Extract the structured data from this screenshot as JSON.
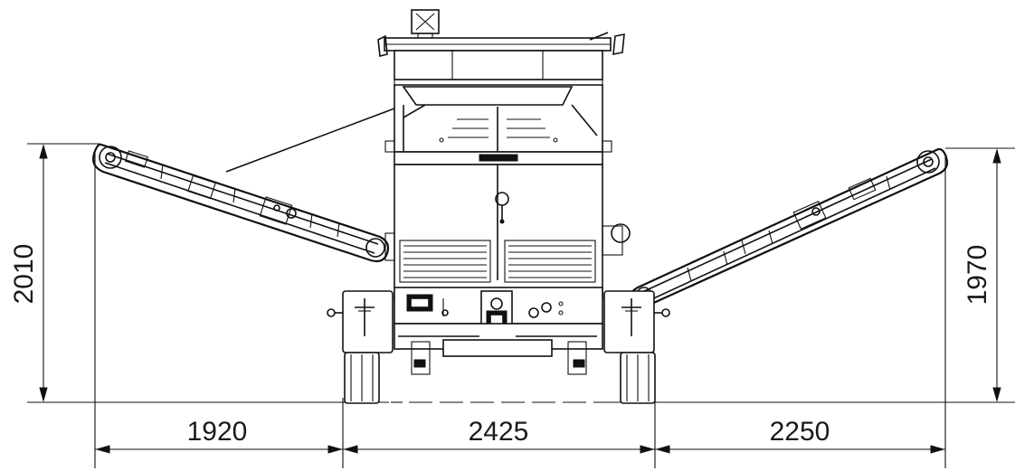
{
  "dimensions": {
    "left_span": "1920",
    "center_span": "2425",
    "right_span": "2250",
    "left_height": "2010",
    "right_height": "1970"
  },
  "colors": {
    "line": "#111111",
    "background": "#ffffff"
  }
}
